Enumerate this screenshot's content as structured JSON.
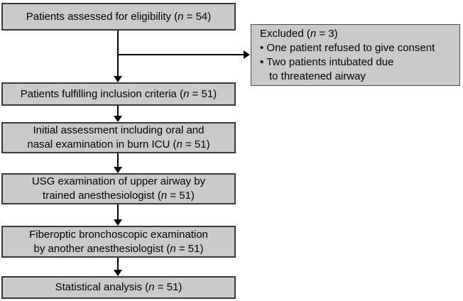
{
  "flow": {
    "boxes": {
      "eligibility": {
        "lines": [
          {
            "before": "Patients assessed for eligibility (",
            "n": "n",
            "after": " = 54)"
          }
        ]
      },
      "inclusion": {
        "lines": [
          {
            "before": "Patients fulfilling inclusion criteria (",
            "n": "n",
            "after": " = 51)"
          }
        ]
      },
      "initial_assessment": {
        "lines": [
          {
            "before": "Initial assessment including oral and"
          },
          {
            "before": "nasal examination in burn ICU (",
            "n": "n",
            "after": " = 51)"
          }
        ]
      },
      "usg_examination": {
        "lines": [
          {
            "before": "USG examination of upper airway by"
          },
          {
            "before": "trained anesthesiologist (",
            "n": "n",
            "after": " = 51)"
          }
        ]
      },
      "fiberoptic_examination": {
        "lines": [
          {
            "before": "Fiberoptic bronchoscopic examination"
          },
          {
            "before": "by another anesthesiologist (",
            "n": "n",
            "after": " = 51)"
          }
        ]
      },
      "statistical_analysis": {
        "lines": [
          {
            "before": "Statistical analysis (",
            "n": "n",
            "after": " = 51)"
          }
        ]
      }
    },
    "excluded": {
      "title_before": "Excluded (",
      "title_n": "n",
      "title_after": " = 3)",
      "bullet1": "• One patient refused to give consent",
      "bullet2": "• Two patients intubated due",
      "bullet2_continuation": "to threatened airway"
    }
  },
  "colors": {
    "box_fill": "#cacaca",
    "box_border": "#3a3a3a",
    "excluded_border": "#4a4a4a",
    "arrow": "#000000",
    "text": "#000000",
    "background": "#ffffff"
  }
}
